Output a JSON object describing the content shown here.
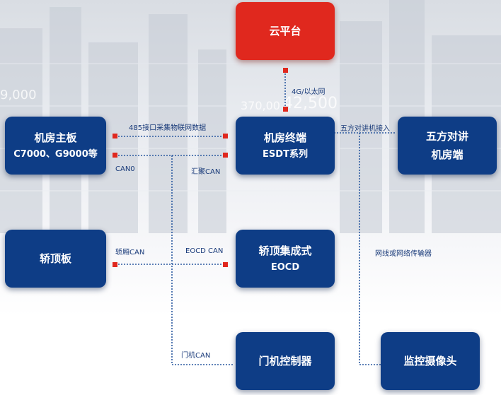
{
  "background": {
    "numbers": [
      "9,000",
      "370,00",
      "42,500"
    ]
  },
  "nodes": {
    "cloud": {
      "title": "云平台"
    },
    "terminal": {
      "title": "机房终端",
      "sub": "ESDT系列"
    },
    "mainboard": {
      "title": "机房主板",
      "sub": "C7000、G9000等"
    },
    "intercom": {
      "title": "五方对讲",
      "sub": "机房端"
    },
    "car_top_board": {
      "title": "轿顶板"
    },
    "eocd": {
      "title": "轿顶集成式",
      "sub": "EOCD"
    },
    "door_controller": {
      "title": "门机控制器"
    },
    "camera": {
      "title": "监控摄像头"
    }
  },
  "labels": {
    "net_4g": "4G/以太网",
    "rs485": "485接口采集物联网数据",
    "can0": "CAN0",
    "agg_can": "汇聚CAN",
    "intercom_access": "五方对讲机接入",
    "car_can": "轿厢CAN",
    "eocd_can": "EOCD CAN",
    "network_transmitter": "网线或网络传输器",
    "door_can": "门机CAN"
  },
  "colors": {
    "node_blue": "#0e3d86",
    "node_red": "#e0281e",
    "link_blue": "#2c5aa0",
    "endpoint_red": "#e0281e"
  }
}
